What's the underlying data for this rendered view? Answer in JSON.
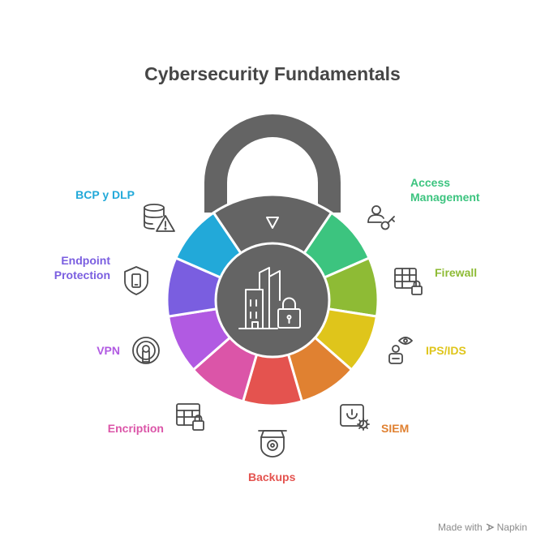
{
  "title": "Cybersecurity Fundamentals",
  "center": {
    "icon": "building-lock-icon"
  },
  "top_segment": {
    "icon": "triangle-down-icon",
    "color": "#646464"
  },
  "segments": [
    {
      "key": "access",
      "label": "Access\nManagement",
      "color": "#3cc47f",
      "icon": "user-key-icon"
    },
    {
      "key": "firewall",
      "label": "Firewall",
      "color": "#8ebb35",
      "icon": "firewall-lock-icon"
    },
    {
      "key": "ipsids",
      "label": "IPS/IDS",
      "color": "#dfc51b",
      "icon": "robot-eye-icon"
    },
    {
      "key": "siem",
      "label": "SIEM",
      "color": "#e08131",
      "icon": "monitor-gear-icon"
    },
    {
      "key": "backups",
      "label": "Backups",
      "color": "#e4534f",
      "icon": "camera-icon"
    },
    {
      "key": "encription",
      "label": "Encription",
      "color": "#db55a8",
      "icon": "table-lock-icon"
    },
    {
      "key": "vpn",
      "label": "VPN",
      "color": "#b15ae2",
      "icon": "vpn-signal-icon"
    },
    {
      "key": "endpoint",
      "label": "Endpoint\nProtection",
      "color": "#7a5ee0",
      "icon": "shield-device-icon"
    },
    {
      "key": "bcp",
      "label": "BCP y DLP",
      "color": "#22a9d9",
      "icon": "database-warning-icon"
    }
  ],
  "watermark": {
    "prefix": "Made with",
    "brand": "Napkin"
  }
}
